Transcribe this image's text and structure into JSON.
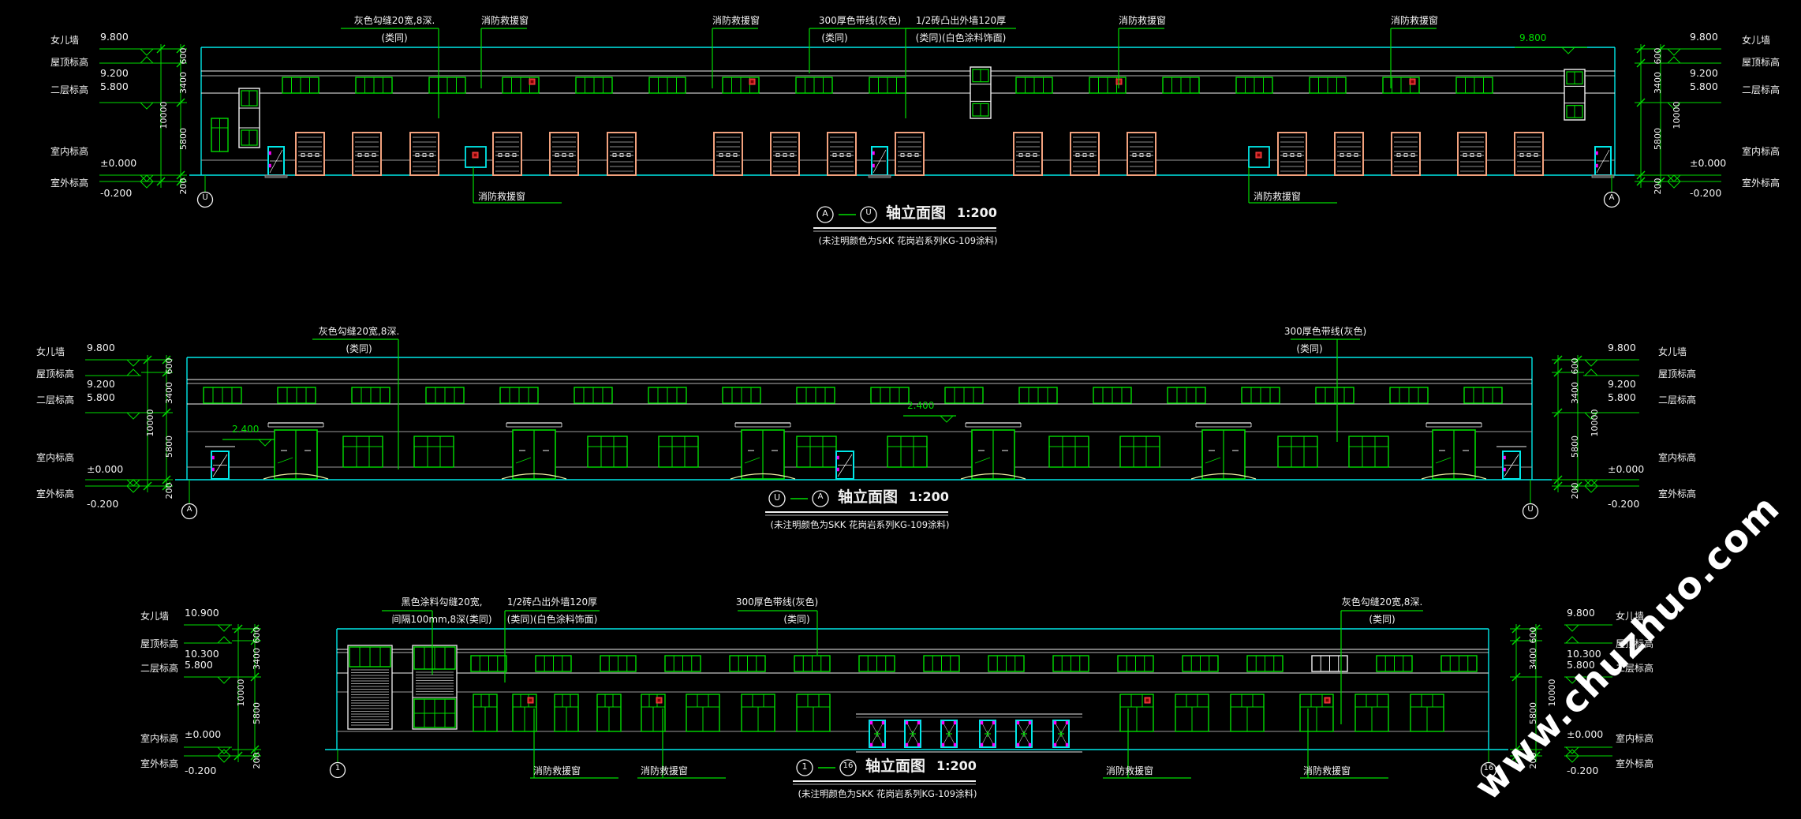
{
  "watermark": "www.chuzhuo.com",
  "shared": {
    "title_suffix": "轴立面图",
    "scale": "1:200",
    "note": "(未注明颜色为SKK 花岗岩系列KG-109涂料)",
    "level_names": {
      "parapet": "女儿墙",
      "roof": "屋顶标高",
      "second": "二层标高",
      "indoor": "室内标高",
      "outdoor": "室外标高"
    },
    "dims": {
      "d600": "600",
      "d3400": "3400",
      "d10000": "10000",
      "d5800": "5800",
      "d200": "200"
    },
    "annotations": {
      "gray_joint_1": "灰色勾缝20宽,8深.",
      "gray_joint_2": "(类同)",
      "fire_window": "消防救援窗",
      "band300_1": "300厚色带线(灰色)",
      "band300_2": "(类同)",
      "brick_1": "1/2砖凸出外墙120厚",
      "brick_2": "(类同)(白色涂料饰面)",
      "black_joint_1": "黑色涂料勾缝20宽,",
      "black_joint_2": "间隔100mm,8深(类同)",
      "canopy_level": "2.400",
      "roof_level": "9.800"
    },
    "colors": {
      "background": "#000000",
      "line_green": "#00dd00",
      "line_cyan": "#00e8e8",
      "line_white": "#f2f2f2",
      "line_gray": "#9a9a9a",
      "roller_salmon": "#f2a27e",
      "marker_red": "#cc2222",
      "accent_magenta": "#ff00ff",
      "ramp_yellow": "#ededa0"
    }
  },
  "elevations": [
    {
      "id": "A-U",
      "axis_start": "A",
      "axis_end": "U",
      "grid_left": "U",
      "grid_right": "A",
      "levels_left": {
        "parapet_val": "9.800",
        "roof_val": "9.200",
        "second_val": "5.800",
        "indoor_val": "±0.000",
        "outdoor_val": "-0.200"
      },
      "levels_right": {
        "parapet_val": "9.800",
        "roof_val": "9.200",
        "second_val": "5.800",
        "indoor_val": "±0.000",
        "outdoor_val": "-0.200"
      }
    },
    {
      "id": "U-A",
      "axis_start": "U",
      "axis_end": "A",
      "grid_left": "A",
      "grid_right": "U",
      "levels_left": {
        "parapet_val": "9.800",
        "roof_val": "9.200",
        "second_val": "5.800",
        "indoor_val": "±0.000",
        "outdoor_val": "-0.200"
      },
      "levels_right": {
        "parapet_val": "9.800",
        "roof_val": "9.200",
        "second_val": "5.800",
        "indoor_val": "±0.000",
        "outdoor_val": "-0.200"
      }
    },
    {
      "id": "1-16",
      "axis_start": "1",
      "axis_end": "16",
      "grid_left": "1",
      "grid_right": "16",
      "levels_left": {
        "parapet_val": "10.900",
        "roof_val": "10.300",
        "second_val": "5.800",
        "indoor_val": "±0.000",
        "outdoor_val": "-0.200"
      },
      "levels_right": {
        "parapet_val": "9.800",
        "roof_val": "10.300",
        "second_val": "5.800",
        "indoor_val": "±0.000",
        "outdoor_val": "-0.200"
      }
    }
  ]
}
